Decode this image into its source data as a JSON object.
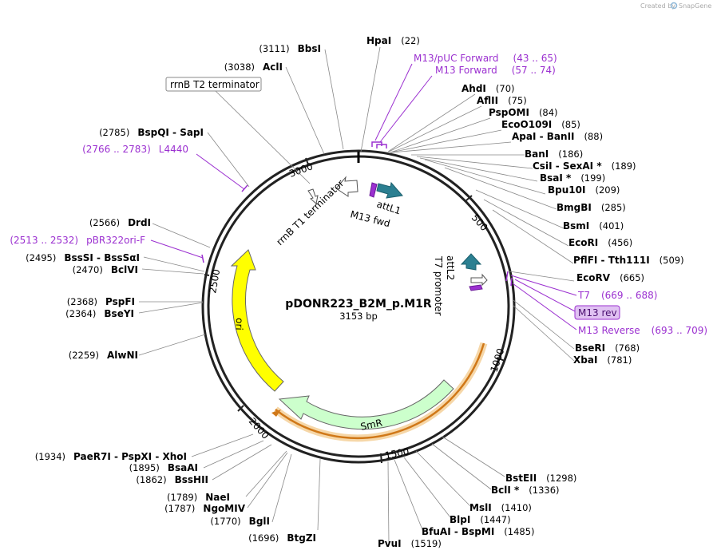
{
  "plasmid": {
    "name": "pDONR223_B2M_p.M1R",
    "length_label": "3153 bp",
    "length": 3153
  },
  "credit": {
    "prefix": "Created by",
    "brand": "SnapGene"
  },
  "colors": {
    "primer": "#9b30d0",
    "attL": "#2b7f91",
    "ori": "#ffff00",
    "smr": "#ccffcc",
    "orange": "#d07818"
  },
  "ticks": [
    "500",
    "1000",
    "1500",
    "2000",
    "2500",
    "3000"
  ],
  "features": {
    "rrnB_T2": "rrnB T2 terminator",
    "rrnB_T1": "rrnB T1 terminator",
    "attL1": "attL1",
    "m13fwd": "M13 fwd",
    "attL2": "attL2",
    "t7promoter": "T7 promoter",
    "ori": "ori",
    "smr": "SmR"
  },
  "enzymes_right": [
    {
      "name": "HpaI",
      "pos": "(22)"
    },
    {
      "name": "AhdI",
      "pos": "(70)"
    },
    {
      "name": "AflII",
      "pos": "(75)"
    },
    {
      "name": "PspOMI",
      "pos": "(84)"
    },
    {
      "name": "EcoO109I",
      "pos": "(85)"
    },
    {
      "name": "ApaI  -  BanII",
      "pos": "(88)"
    },
    {
      "name": "BanI",
      "pos": "(186)"
    },
    {
      "name": "CsiI  -  SexAI *",
      "pos": "(189)"
    },
    {
      "name": "BsaI *",
      "pos": "(199)"
    },
    {
      "name": "Bpu10I",
      "pos": "(209)"
    },
    {
      "name": "BmgBI",
      "pos": "(285)"
    },
    {
      "name": "BsmI",
      "pos": "(401)"
    },
    {
      "name": "EcoRI",
      "pos": "(456)"
    },
    {
      "name": "PflFI  -  Tth111I",
      "pos": "(509)"
    },
    {
      "name": "EcoRV",
      "pos": "(665)"
    },
    {
      "name": "BseRI",
      "pos": "(768)"
    },
    {
      "name": "XbaI",
      "pos": "(781)"
    },
    {
      "name": "BstEII",
      "pos": "(1298)"
    },
    {
      "name": "BclI *",
      "pos": "(1336)"
    },
    {
      "name": "MslI",
      "pos": "(1410)"
    },
    {
      "name": "BlpI",
      "pos": "(1447)"
    },
    {
      "name": "BfuAI  -  BspMI",
      "pos": "(1485)"
    },
    {
      "name": "PvuI",
      "pos": "(1519)"
    }
  ],
  "enzymes_left": [
    {
      "name": "BbsI",
      "pos": "(3111)"
    },
    {
      "name": "AclI",
      "pos": "(3038)"
    },
    {
      "name": "BspQI  -  SapI",
      "pos": "(2785)"
    },
    {
      "name": "DrdI",
      "pos": "(2566)"
    },
    {
      "name": "BssSI  -  BssSαI",
      "pos": "(2495)"
    },
    {
      "name": "BclVI",
      "pos": "(2470)"
    },
    {
      "name": "PspFI",
      "pos": "(2368)"
    },
    {
      "name": "BseYI",
      "pos": "(2364)"
    },
    {
      "name": "AlwNI",
      "pos": "(2259)"
    },
    {
      "name": "PaeR7I  -  PspXI  -  XhoI",
      "pos": "(1934)"
    },
    {
      "name": "BsaAI",
      "pos": "(1895)"
    },
    {
      "name": "BssHII",
      "pos": "(1862)"
    },
    {
      "name": "NaeI",
      "pos": "(1789)"
    },
    {
      "name": "NgoMIV",
      "pos": "(1787)"
    },
    {
      "name": "BglI",
      "pos": "(1770)"
    },
    {
      "name": "BtgZI",
      "pos": "(1696)"
    }
  ],
  "primers": [
    {
      "name": "M13/pUC Forward",
      "pos": "(43 .. 65)"
    },
    {
      "name": "M13 Forward",
      "pos": "(57 .. 74)"
    },
    {
      "name": "L4440",
      "pos": "(2766 .. 2783)"
    },
    {
      "name": "pBR322ori-F",
      "pos": "(2513 .. 2532)"
    },
    {
      "name": "T7",
      "pos": "(669 .. 688)"
    },
    {
      "name": "M13 rev",
      "pos": ""
    },
    {
      "name": "M13 Reverse",
      "pos": "(693 .. 709)"
    }
  ]
}
